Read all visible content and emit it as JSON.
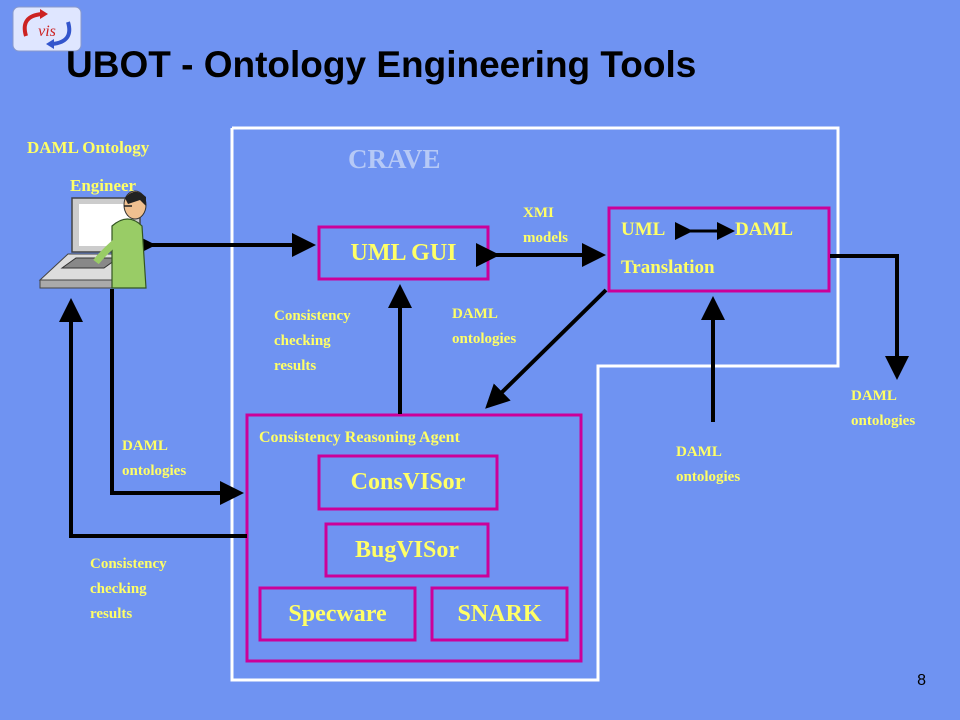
{
  "slide": {
    "title": "UBOT - Ontology Engineering Tools",
    "page_number": "8"
  },
  "colors": {
    "background": "#6f93f2",
    "box_border": "#cc0099",
    "label_text": "#ffff66",
    "container_border": "#ffffff"
  },
  "diagram": {
    "container_label": "CRAVE",
    "engineer": {
      "line1": "DAML Ontology",
      "line2": "Engineer",
      "icon": "engineer-computer-icon"
    },
    "uml_gui": "UML GUI",
    "translation": {
      "left": "UML",
      "right": "DAML",
      "bottom": "Translation"
    },
    "agent": {
      "title": "Consistency Reasoning Agent",
      "consvisor": "ConsVISor",
      "bugvisor": "BugVISor",
      "specware": "Specware",
      "snark": "SNARK"
    },
    "labels": {
      "xmi_models": [
        "XMI",
        "models"
      ],
      "ccr_mid": [
        "Consistency",
        "checking",
        "results"
      ],
      "daml_mid": [
        "DAML",
        "ontologies"
      ],
      "daml_left": [
        "DAML",
        "ontologies"
      ],
      "ccr_left": [
        "Consistency",
        "checking",
        "results"
      ],
      "daml_bottom": [
        "DAML",
        "ontologies"
      ],
      "daml_right": [
        "DAML",
        "ontologies"
      ]
    }
  }
}
